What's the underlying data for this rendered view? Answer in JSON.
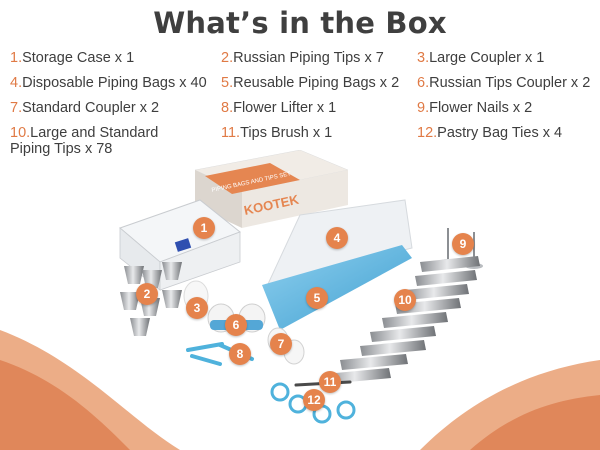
{
  "title": "What’s in the Box",
  "items": [
    {
      "num": "1.",
      "label": "Storage Case x 1"
    },
    {
      "num": "2.",
      "label": "Russian Piping Tips x 7"
    },
    {
      "num": "3.",
      "label": "Large Coupler x 1"
    },
    {
      "num": "4.",
      "label": "Disposable Piping Bags x 40"
    },
    {
      "num": "5.",
      "label": "Reusable Piping Bags x 2"
    },
    {
      "num": "6.",
      "label": "Russian Tips Coupler x 2"
    },
    {
      "num": "7.",
      "label": "Standard Coupler x 2"
    },
    {
      "num": "8.",
      "label": "Flower Lifter x 1"
    },
    {
      "num": "9.",
      "label": "Flower Nails x 2"
    },
    {
      "num": "10.",
      "label": "Large and Standard Piping Tips x 78"
    },
    {
      "num": "11.",
      "label": "Tips Brush x 1"
    },
    {
      "num": "12.",
      "label": "Pastry Bag Ties x 4"
    }
  ],
  "box": {
    "brand": "KOOTEK",
    "side_text": "PIPING BAGS AND TIPS SET"
  },
  "badges": [
    "1",
    "2",
    "3",
    "4",
    "5",
    "6",
    "7",
    "8",
    "9",
    "10",
    "11",
    "12"
  ],
  "colors": {
    "accent": "#e5834c",
    "title": "#3f3f3f",
    "bag_blue": "#5fb3dc",
    "swirl": "#e9a77e"
  }
}
